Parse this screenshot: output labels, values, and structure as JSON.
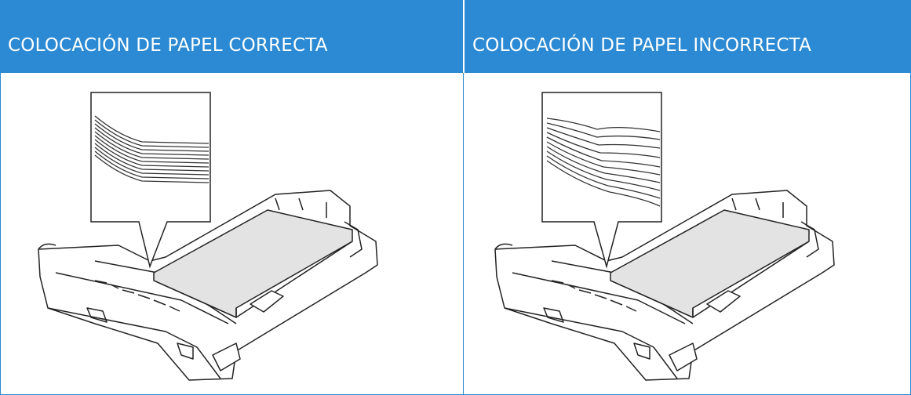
{
  "table": {
    "columns": [
      {
        "header": "COLOCACIÓN DE PAPEL CORRECTA",
        "illustration": "paper-tray-flat-stack"
      },
      {
        "header": "COLOCACIÓN DE PAPEL INCORRECTA",
        "illustration": "paper-tray-curled-stack"
      }
    ]
  },
  "colors": {
    "header_bg": "#2b8ad3",
    "header_text": "#ffffff",
    "border": "#2b8ad3"
  }
}
